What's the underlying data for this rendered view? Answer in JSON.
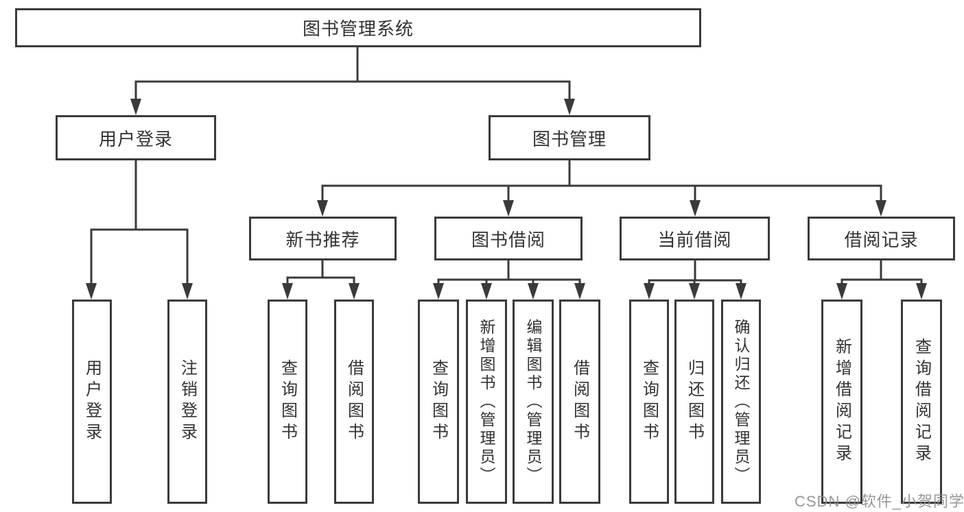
{
  "tree": {
    "root": "图书管理系统",
    "children": [
      {
        "label": "用户登录",
        "children": [
          "用户登录",
          "注销登录"
        ]
      },
      {
        "label": "图书管理",
        "children": [
          {
            "label": "新书推荐",
            "children": [
              "查询图书",
              "借阅图书"
            ]
          },
          {
            "label": "图书借阅",
            "children": [
              "查询图书",
              "新增图书（管理员）",
              "编辑图书（管理员）",
              "借阅图书"
            ]
          },
          {
            "label": "当前借阅",
            "children": [
              "查询图书",
              "归还图书",
              "确认归还（管理员）"
            ]
          },
          {
            "label": "借阅记录",
            "children": [
              "新增借阅记录",
              "查询借阅记录"
            ]
          }
        ]
      }
    ]
  },
  "watermark": "CSDN @软件_小贺同学",
  "colors": {
    "line": "#3a3a3a",
    "text": "#333333",
    "background": "#ffffff",
    "watermark": "#8c8c8c"
  }
}
